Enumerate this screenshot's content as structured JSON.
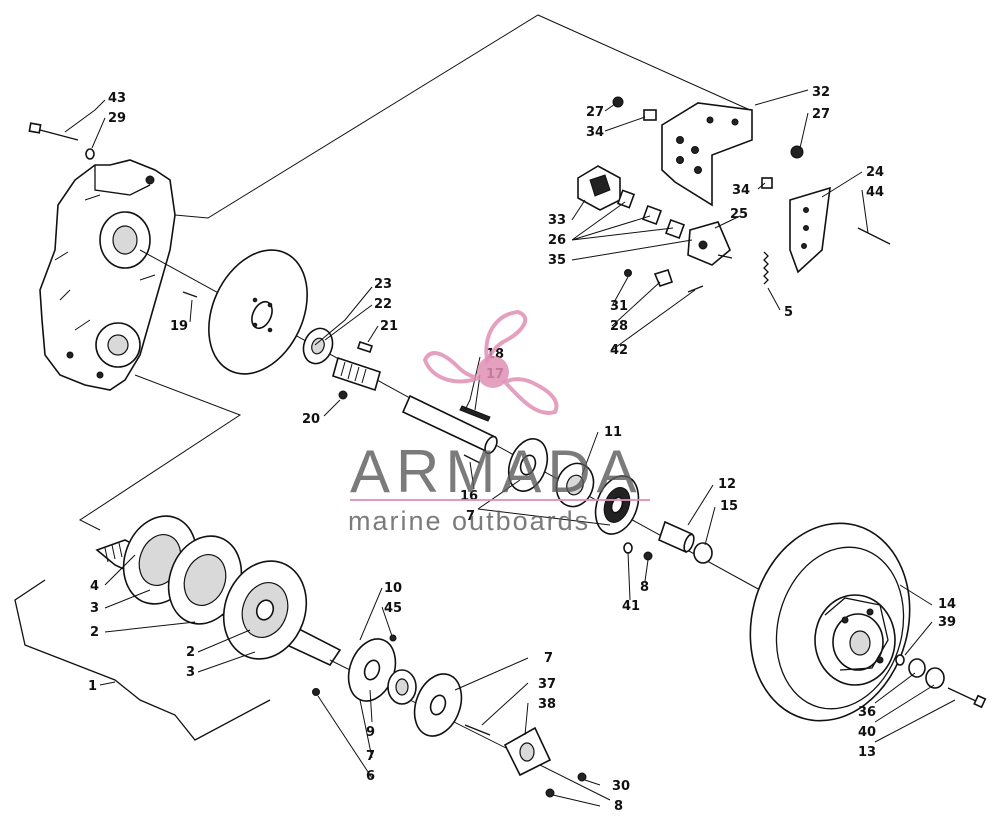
{
  "watermark": {
    "title": "ARMADA",
    "subtitle": "marine outboards",
    "logo_icon": "propeller-icon",
    "accent_color": "#e08fb4"
  },
  "callouts": {
    "c1": "1",
    "c2a": "2",
    "c2b": "2",
    "c3a": "3",
    "c3b": "3",
    "c4": "4",
    "c5": "5",
    "c6": "6",
    "c7a": "7",
    "c7b": "7",
    "c7c": "7",
    "c8a": "8",
    "c8b": "8",
    "c9": "9",
    "c10": "10",
    "c11": "11",
    "c12": "12",
    "c13": "13",
    "c14": "14",
    "c15": "15",
    "c16": "16",
    "c17": "17",
    "c18": "18",
    "c19": "19",
    "c20": "20",
    "c21": "21",
    "c22": "22",
    "c23": "23",
    "c24": "24",
    "c25": "25",
    "c26": "26",
    "c27a": "27",
    "c27b": "27",
    "c28": "28",
    "c29": "29",
    "c30": "30",
    "c31": "31",
    "c32": "32",
    "c33": "33",
    "c34a": "34",
    "c34b": "34",
    "c35": "35",
    "c36": "36",
    "c37": "37",
    "c38": "38",
    "c39": "39",
    "c40": "40",
    "c41": "41",
    "c42": "42",
    "c43": "43",
    "c44": "44",
    "c45": "45"
  }
}
